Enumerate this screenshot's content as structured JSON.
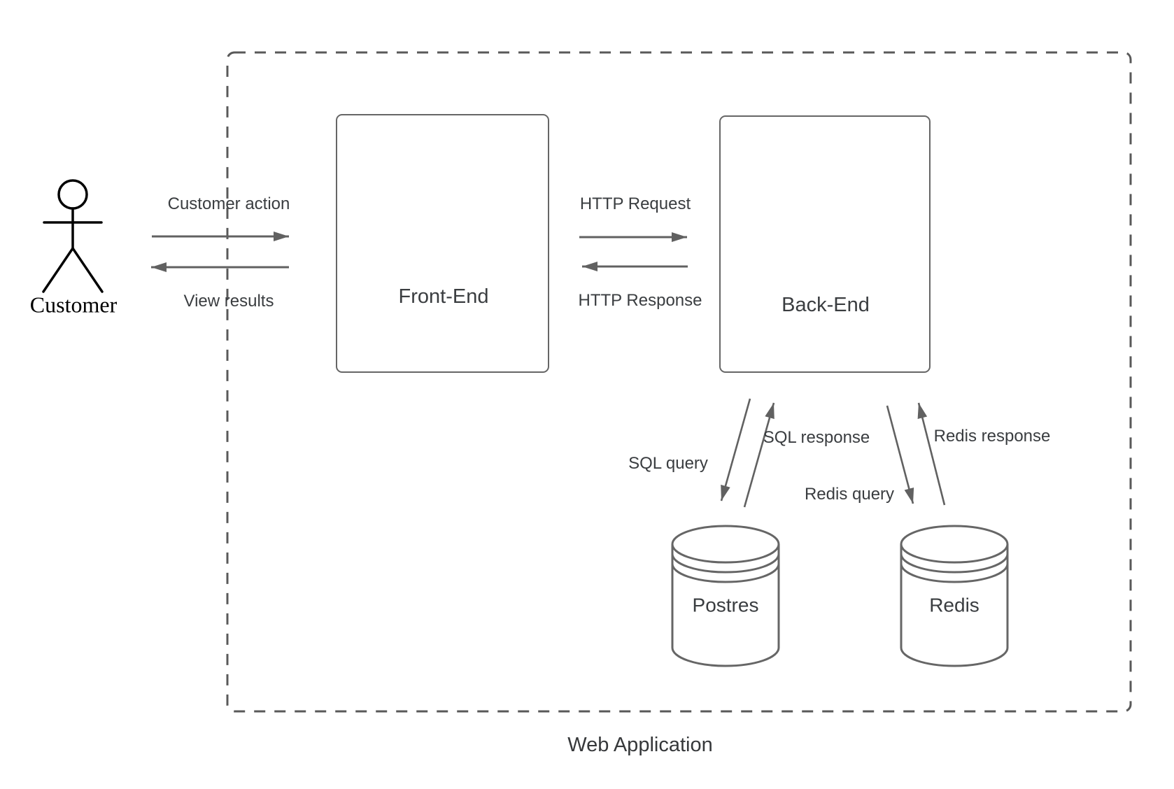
{
  "title": "Web Application",
  "actor": {
    "label": "Customer",
    "icon": "person-icon"
  },
  "nodes": {
    "frontend": {
      "label": "Front-End",
      "icon": "monitor-icon"
    },
    "backend": {
      "label": "Back-End",
      "icon": "server-icon"
    },
    "postgres": {
      "label": "Postres",
      "icon": "database-icon"
    },
    "redis": {
      "label": "Redis",
      "icon": "database-icon"
    }
  },
  "edges": {
    "customer_action": {
      "label": "Customer action",
      "from": "Customer",
      "to": "Front-End"
    },
    "view_results": {
      "label": "View results",
      "from": "Front-End",
      "to": "Customer"
    },
    "http_request": {
      "label": "HTTP Request",
      "from": "Front-End",
      "to": "Back-End"
    },
    "http_response": {
      "label": "HTTP Response",
      "from": "Back-End",
      "to": "Front-End"
    },
    "sql_query": {
      "label": "SQL query",
      "from": "Back-End",
      "to": "Postres"
    },
    "sql_response": {
      "label": "SQL response",
      "from": "Postres",
      "to": "Back-End"
    },
    "redis_query": {
      "label": "Redis query",
      "from": "Back-End",
      "to": "Redis"
    },
    "redis_response": {
      "label": "Redis response",
      "from": "Redis",
      "to": "Back-End"
    }
  },
  "colors": {
    "arrow_line": "#616161",
    "box_border": "#666666",
    "dashed_boundary": "#595959",
    "icon_slate": "#4A5260",
    "monitor_screen": "#999999",
    "label_text": "#3A3D40",
    "actor_stroke": "#000000"
  }
}
